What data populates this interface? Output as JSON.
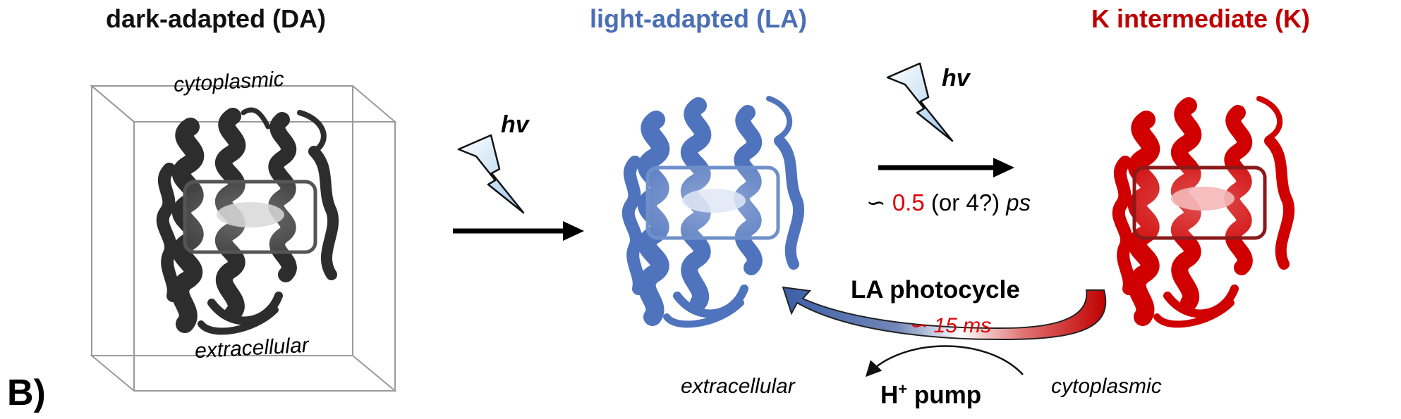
{
  "states": {
    "da": {
      "title": "dark-adapted (DA)",
      "color": "#111111"
    },
    "la": {
      "title": "light-adapted (LA)",
      "color": "#4a6fb5"
    },
    "k": {
      "title": "K intermediate (K)",
      "color": "#c00000"
    }
  },
  "membrane": {
    "top_label": "cytoplasmic",
    "bottom_label": "extracellular"
  },
  "transition_da_la": {
    "photon": "hv"
  },
  "transition_la_k": {
    "photon": "hv",
    "tilde": "∽",
    "time_value": "0.5",
    "time_alt": "(or 4?)",
    "time_unit": "ps",
    "highlight_color": "#e00000"
  },
  "photocycle": {
    "label": "LA photocycle",
    "time": "∽ 15 ms",
    "time_color": "#e00000"
  },
  "pump": {
    "label_main": "H",
    "label_sup": "+",
    "label_rest": " pump",
    "left_side": "extracellular",
    "right_side": "cytoplasmic"
  },
  "panel_label": "B)"
}
